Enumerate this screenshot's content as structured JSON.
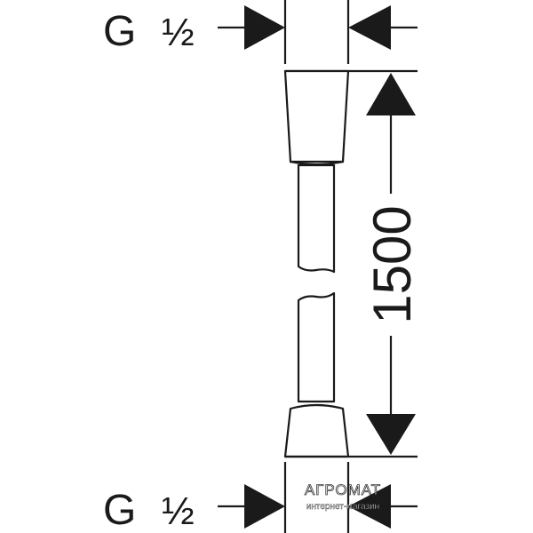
{
  "top_connection": {
    "letter": "G",
    "fraction": "½"
  },
  "bottom_connection": {
    "letter": "G",
    "fraction": "½"
  },
  "length_dimension": "1500",
  "watermark": {
    "brand": "АГРОМАТ",
    "tagline": "интернет-магазин"
  },
  "colors": {
    "ink": "#1a1a1a",
    "background": "#ffffff"
  }
}
